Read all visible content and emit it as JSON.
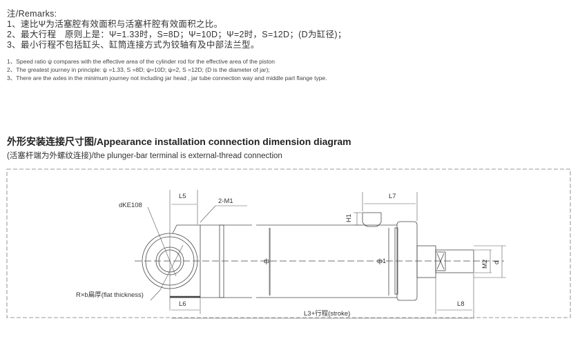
{
  "remarks": {
    "title": "注/Remarks:",
    "cn": [
      "1、速比Ψ为活塞腔有效面积与活塞杆腔有效面积之比。",
      "2、最大行程　原则上是：Ψ=1.33时，S=8D；Ψ=10D；Ψ=2时，S=12D；(D为缸径)；",
      "3、最小行程不包括缸头、缸筒连接方式为铰轴有及中部法兰型。"
    ],
    "en": [
      "1、Speed ratio ψ compares with the effective area of the cylinder rod for the effective area of the piston",
      "2、The greatest journey  in principle: ψ =1.33, S =8D; ψ=10D; ψ=2, S =12D; (D is the diameter of jar);",
      "3、There are the axles in the minimum journey not including jar head , jar tube connection way and middle part flange type."
    ]
  },
  "section": {
    "title": "外形安装连接尺寸图/Appearance installation connection dimension diagram",
    "subtitle": "(活塞杆端为外螺纹连接)/the plunger-bar terminal is external-thread connection"
  },
  "diagram": {
    "dke": "dKE108",
    "l5": "L5",
    "m1": "2-M1",
    "l7": "L7",
    "h1": "H1",
    "phi": "ф",
    "phi1": "ф1",
    "m2": "M2",
    "d": "d",
    "l6": "L6",
    "l8": "L8",
    "l3": "L3+行程(stroke)",
    "rxb": "R×b扁厚(flat thickness)"
  }
}
